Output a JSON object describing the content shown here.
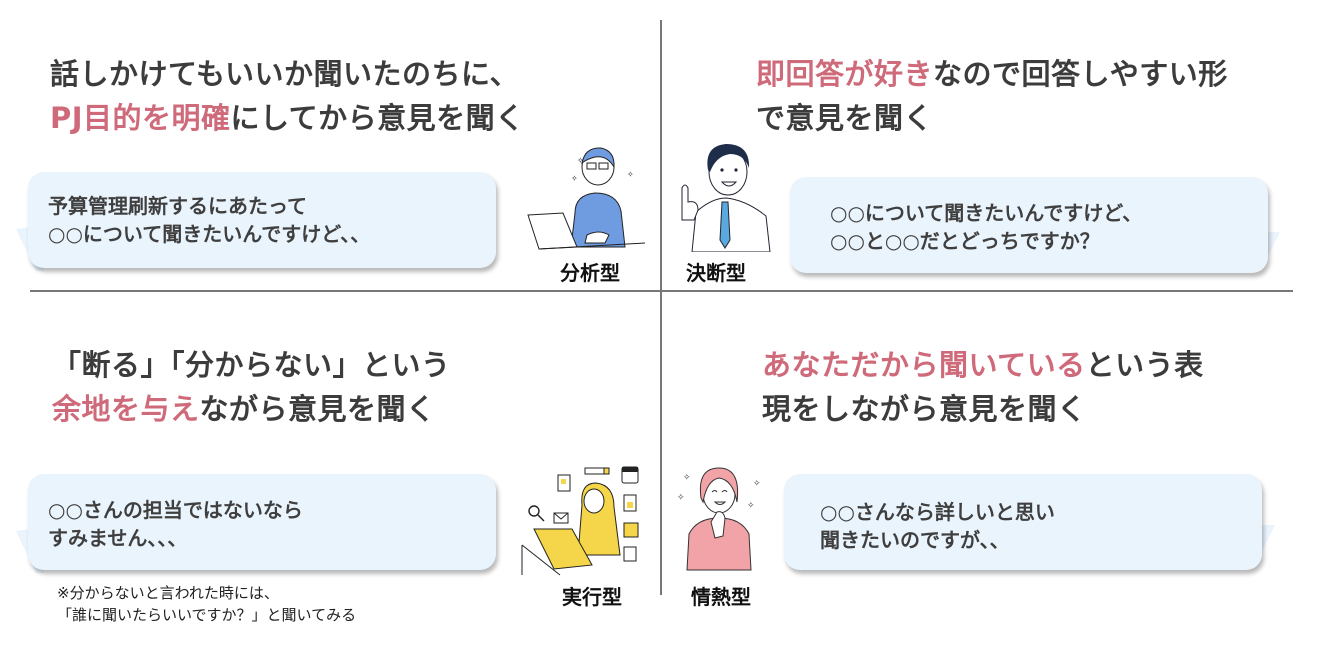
{
  "colors": {
    "highlight": "#cf6a7a",
    "text": "#3c3c3c",
    "bubble_bg": "#eaf4fd",
    "divider": "#777777",
    "analyst_shirt": "#6f9be0",
    "decisive_tie": "#5aa9de",
    "executor_yellow": "#f5d64a",
    "passion_pink": "#f2a3a8"
  },
  "quadrants": {
    "top_left": {
      "type_label": "分析型",
      "illustration": "person-at-laptop-with-glasses-icon",
      "heading": {
        "line1": "話しかけてもいいか聞いたのちに、",
        "line2_highlight": "PJ目的を明確",
        "line2_rest": "にしてから意見を聞く"
      },
      "bubble": {
        "line1": "予算管理刷新するにあたって",
        "line2": "○○について聞きたいんですけど、、"
      }
    },
    "top_right": {
      "type_label": "決断型",
      "illustration": "businessman-pointing-finger-icon",
      "heading": {
        "line1_highlight": "即回答が好き",
        "line1_rest": "なので回答しやすい形",
        "line2": "で意見を聞く"
      },
      "bubble": {
        "line1": "○○について聞きたいんですけど、",
        "line2": "○○と○○だとどっちですか？"
      }
    },
    "bottom_left": {
      "type_label": "実行型",
      "illustration": "woman-working-on-laptop-with-documents-icon",
      "heading": {
        "line1": "「断る」「分からない」という",
        "line2_highlight": "余地を与え",
        "line2_rest": "ながら意見を聞く"
      },
      "bubble": {
        "line1": "○○さんの担当ではないなら",
        "line2": "すみません、、、"
      },
      "note": {
        "line1": "※分からないと言われた時には、",
        "line2": "「誰に聞いたらいいですか？」と聞いてみる"
      }
    },
    "bottom_right": {
      "type_label": "情熱型",
      "illustration": "woman-clasping-hands-excited-icon",
      "heading": {
        "line1_highlight": "あなただから聞いている",
        "line1_rest": "という表",
        "line2": "現をしながら意見を聞く"
      },
      "bubble": {
        "line1": "○○さんなら詳しいと思い",
        "line2": "聞きたいのですが、、"
      }
    }
  }
}
